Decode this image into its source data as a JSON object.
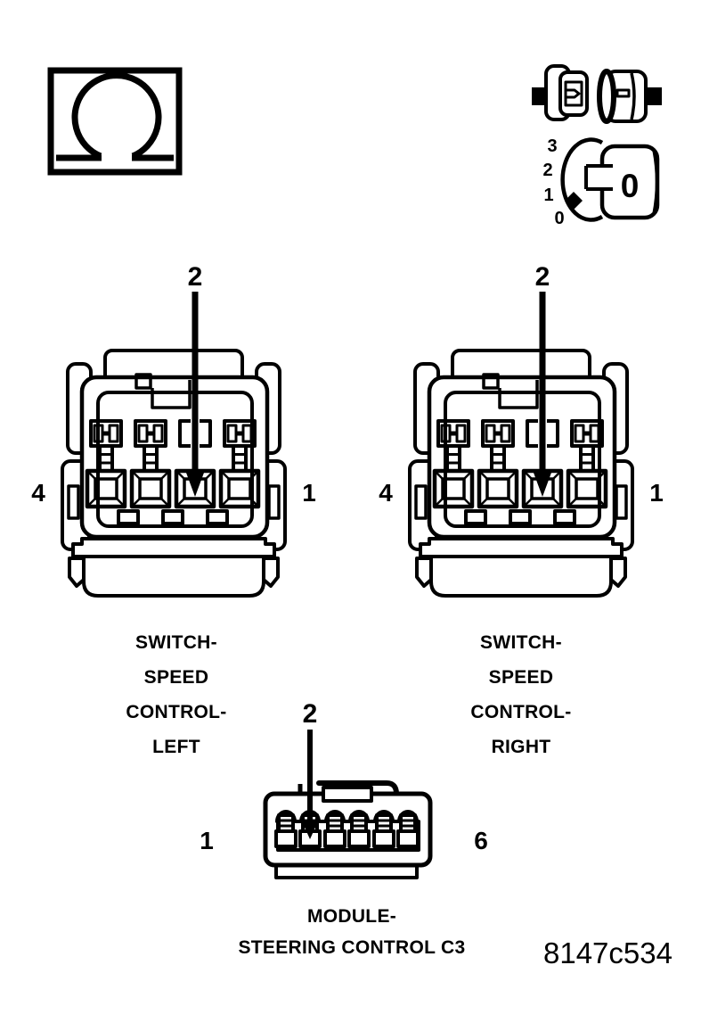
{
  "figure_id": "8147c534",
  "colors": {
    "ink": "#000000",
    "paper": "#ffffff"
  },
  "icons": {
    "resistance_test": {
      "name": "ohmmeter-icon",
      "symbol": "Ω"
    },
    "disconnect": {
      "name": "disconnected-connector-icon"
    },
    "ignition_switch": {
      "name": "ignition-key-position-icon",
      "positions": [
        "3",
        "2",
        "1",
        "0"
      ],
      "selected_position": "0",
      "key_face_label": "0"
    }
  },
  "connectors": [
    {
      "name_lines": [
        "SWITCH-",
        "SPEED",
        "CONTROL-",
        "LEFT"
      ],
      "callout_pin": "2",
      "left_pin": "4",
      "right_pin": "1",
      "cavity_count": 4
    },
    {
      "name_lines": [
        "SWITCH-",
        "SPEED",
        "CONTROL-",
        "RIGHT"
      ],
      "callout_pin": "2",
      "left_pin": "4",
      "right_pin": "1",
      "cavity_count": 4
    },
    {
      "name_lines": [
        "MODULE-",
        "STEERING CONTROL C3"
      ],
      "callout_pin": "2",
      "left_pin": "1",
      "right_pin": "6",
      "cavity_count": 6
    }
  ]
}
